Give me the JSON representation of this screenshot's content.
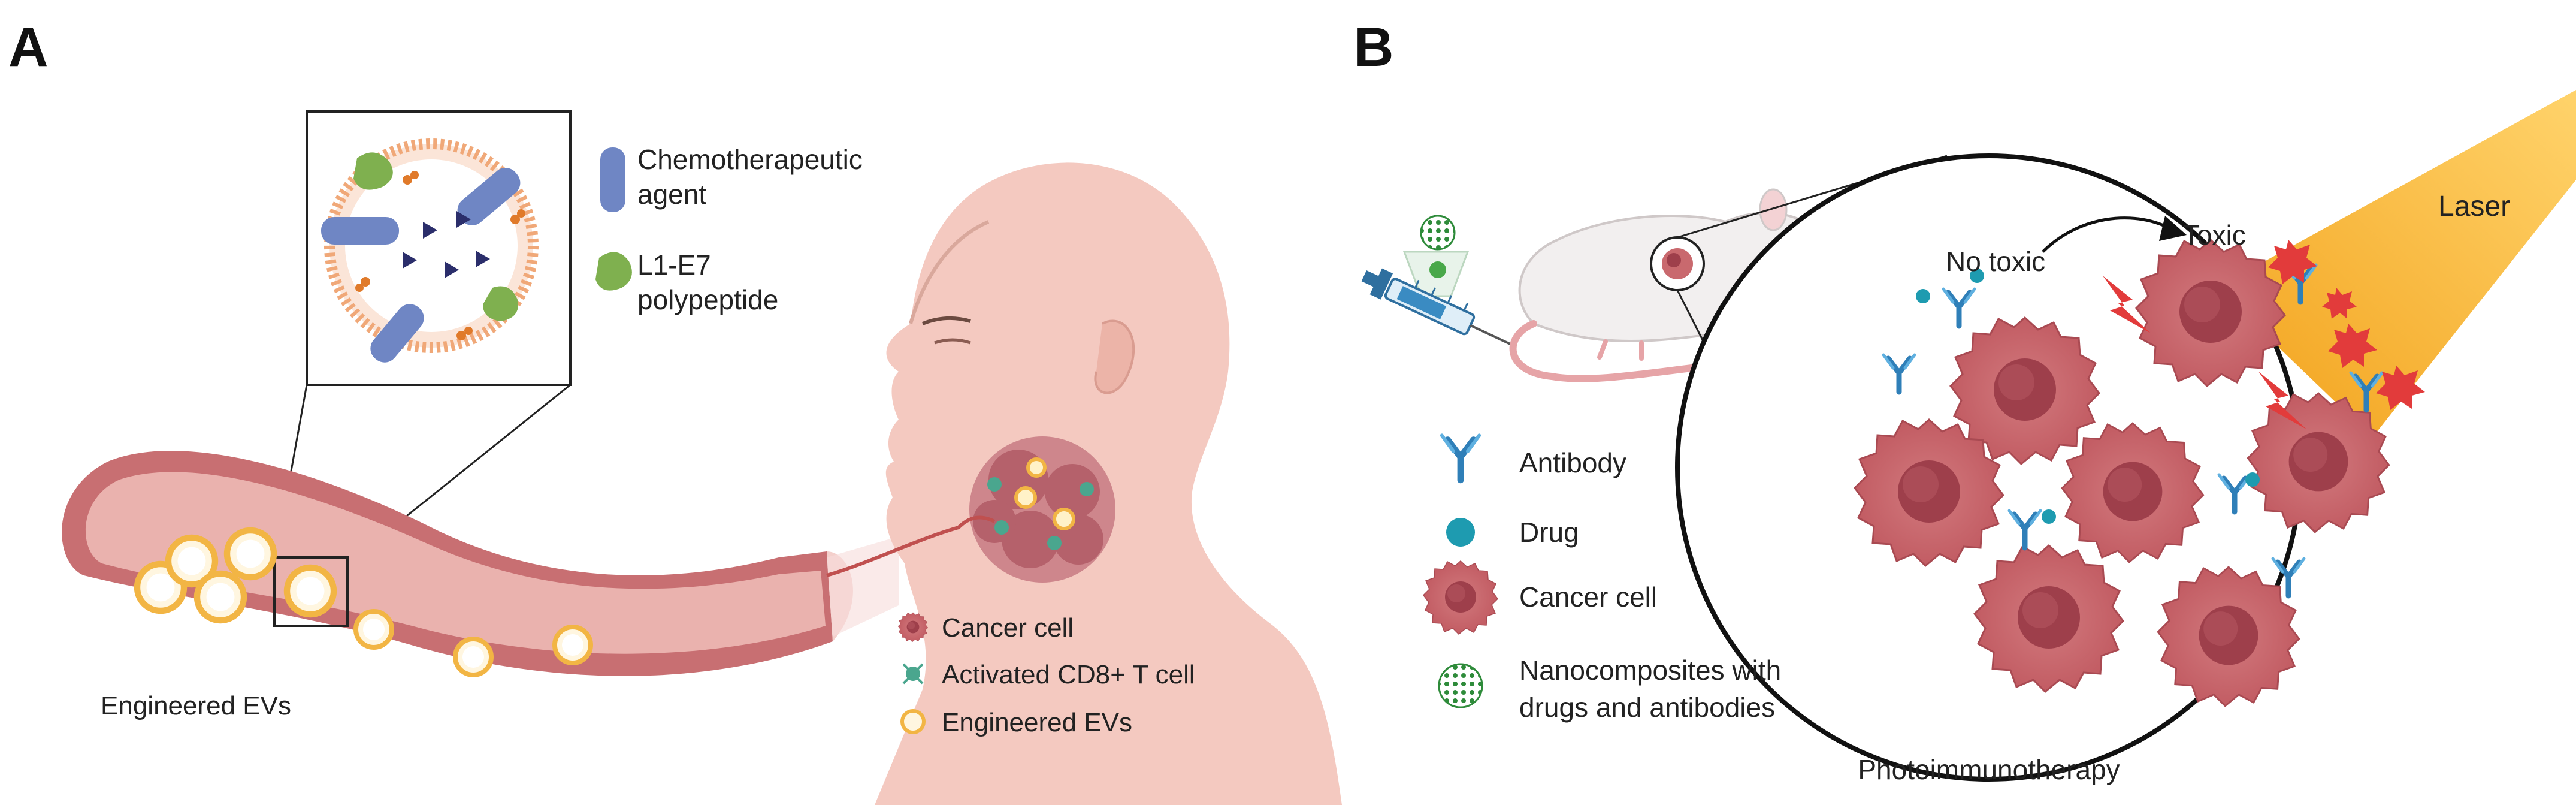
{
  "panel_a": {
    "letter": "A",
    "legend_top": {
      "chemo": "Chemotherapeutic agent",
      "chemo_line1": "Chemotherapeutic",
      "chemo_line2": "agent",
      "polypeptide_line1": "L1-E7",
      "polypeptide_line2": "polypeptide"
    },
    "vessel_label": "Engineered EVs",
    "legend_bottom": {
      "cancer": "Cancer cell",
      "tcell": "Activated CD8+ T cell",
      "evs": "Engineered EVs"
    }
  },
  "panel_b": {
    "letter": "B",
    "laser": "Laser",
    "no_toxic": "No toxic",
    "toxic": "Toxic",
    "caption": "Photoimmunotherapy",
    "legend": {
      "antibody": "Antibody",
      "drug": "Drug",
      "cancer": "Cancer cell",
      "nano_line1": "Nanocomposites with",
      "nano_line2": "drugs and antibodies"
    }
  },
  "colors": {
    "vessel": "#e8a6a6",
    "vessel_dark": "#b55a5a",
    "skin": "#f4c9c0",
    "ev_ring": "#f2b544",
    "chemo_blue": "#6f86c4",
    "polypeptide_green": "#7fb04f",
    "cancer_cell": "#c9696e",
    "cancer_core": "#a54a54",
    "antibody_blue": "#2f7fb8",
    "drug_teal": "#1e9bb0",
    "laser_yellow": "#f7b733",
    "nano_green": "#49a84a"
  }
}
